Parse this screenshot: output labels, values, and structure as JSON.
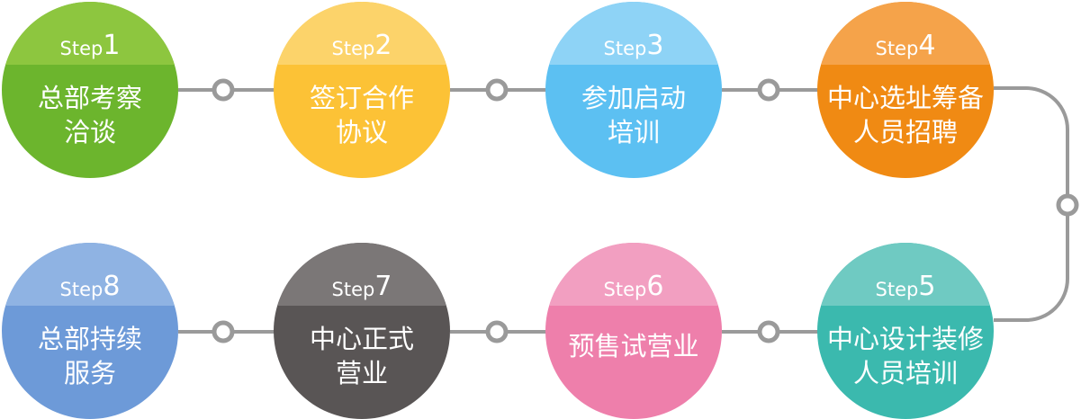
{
  "steps": [
    {
      "word": "Step",
      "num": "1",
      "lines": [
        "总部考察",
        "洽谈"
      ],
      "cap_color": "#8dc63f",
      "body_color": "#6cb52d"
    },
    {
      "word": "Step",
      "num": "2",
      "lines": [
        "签订合作",
        "协议"
      ],
      "cap_color": "#fcd36a",
      "body_color": "#fcc236"
    },
    {
      "word": "Step",
      "num": "3",
      "lines": [
        "参加启动",
        "培训"
      ],
      "cap_color": "#8ed3f6",
      "body_color": "#5cc0f2"
    },
    {
      "word": "Step",
      "num": "4",
      "lines": [
        "中心选址筹备",
        "人员招聘"
      ],
      "cap_color": "#f5a34a",
      "body_color": "#f08a13"
    },
    {
      "word": "Step",
      "num": "5",
      "lines": [
        "中心设计装修",
        "人员培训"
      ],
      "cap_color": "#6fcac2",
      "body_color": "#3bb9ae"
    },
    {
      "word": "Step",
      "num": "6",
      "lines": [
        "预售试营业"
      ],
      "cap_color": "#f29fc1",
      "body_color": "#ee7fab"
    },
    {
      "word": "Step",
      "num": "7",
      "lines": [
        "中心正式",
        "营业"
      ],
      "cap_color": "#7b7777",
      "body_color": "#595555"
    },
    {
      "word": "Step",
      "num": "8",
      "lines": [
        "总部持续",
        "服务"
      ],
      "cap_color": "#8fb3e3",
      "body_color": "#6d9ad8"
    }
  ],
  "connector_color": "#9a9a9a"
}
